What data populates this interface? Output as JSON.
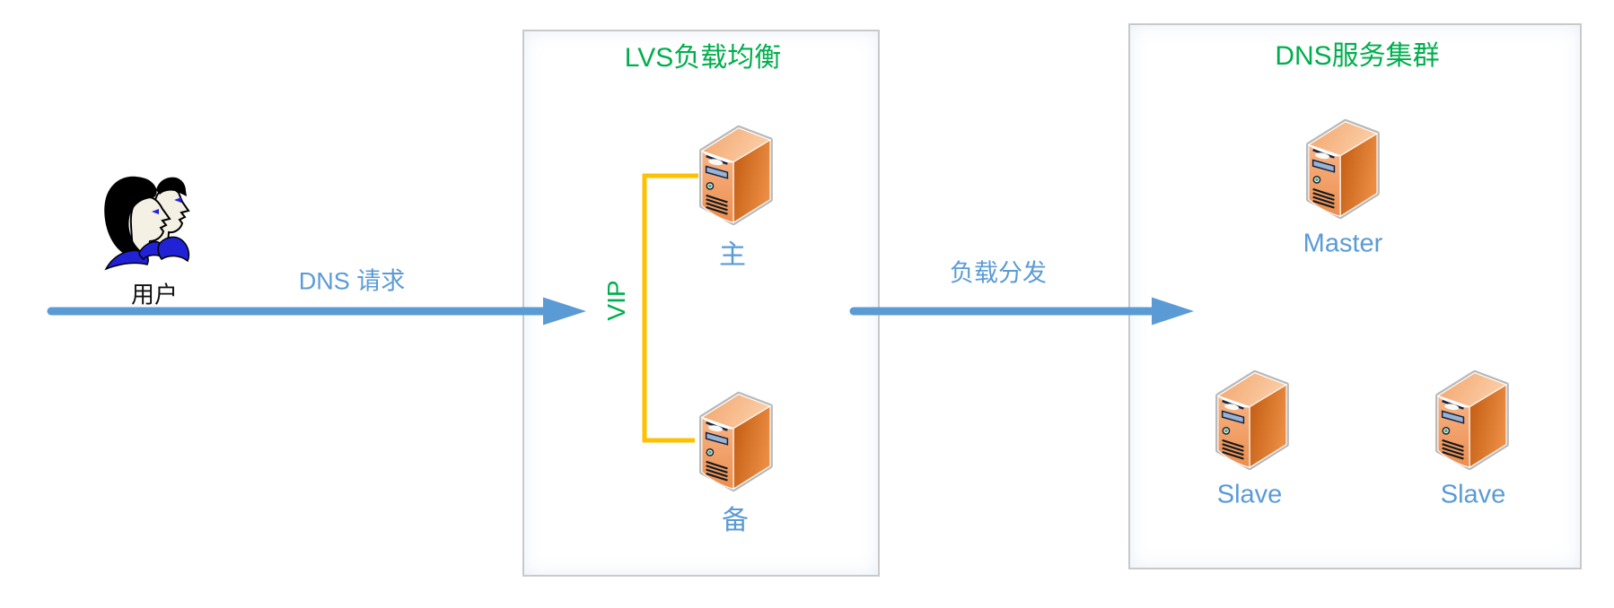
{
  "user": {
    "label": "用户"
  },
  "arrows": {
    "dns_request": {
      "label": "DNS 请求"
    },
    "load_dispatch": {
      "label": "负载分发"
    }
  },
  "lvs": {
    "title": "LVS负载均衡",
    "vip_label": "VIP",
    "primary": {
      "label": "主"
    },
    "backup": {
      "label": "备"
    }
  },
  "dns": {
    "title": "DNS服务集群",
    "master": {
      "label": "Master"
    },
    "slave1": {
      "label": "Slave"
    },
    "slave2": {
      "label": "Slave"
    }
  },
  "icons": {
    "user": "user-figure-icon",
    "server": "server-tower-icon"
  },
  "colors": {
    "arrow_blue": "#5B9BD5",
    "label_blue": "#5B9BD5",
    "title_green": "#00AE4D",
    "vip_gold": "#FFC000",
    "server_orange": "#E8833A",
    "box_border_gray": "#C9C9C9"
  }
}
